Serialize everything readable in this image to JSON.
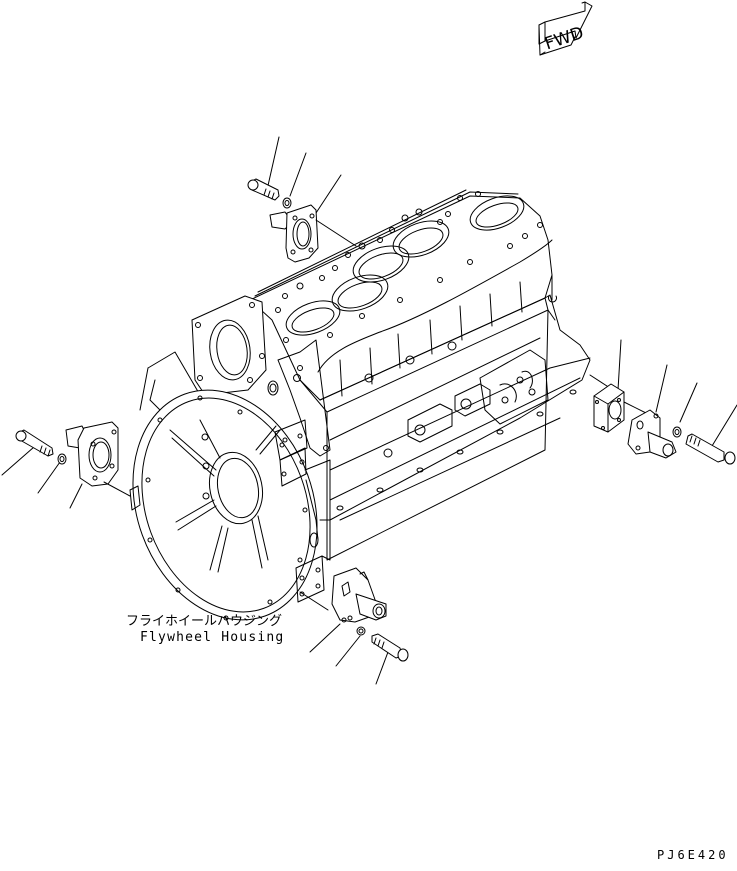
{
  "diagram": {
    "subject": "Engine cylinder block with flywheel housing and mounting brackets (exploded view)",
    "fwd_indicator": {
      "label": "FWD",
      "icon": "forward-arrow-icon"
    },
    "callouts": [
      {
        "id": "top-bracket-bolt"
      },
      {
        "id": "top-bracket-washer"
      },
      {
        "id": "top-bracket"
      },
      {
        "id": "left-bracket-bolt"
      },
      {
        "id": "left-bracket-washer"
      },
      {
        "id": "left-bracket"
      },
      {
        "id": "right-spacer"
      },
      {
        "id": "right-bracket"
      },
      {
        "id": "right-bracket-washer"
      },
      {
        "id": "right-bracket-bolt"
      },
      {
        "id": "bottom-bracket"
      },
      {
        "id": "bottom-bracket-washer"
      },
      {
        "id": "bottom-bracket-bolt"
      }
    ],
    "part_label": {
      "japanese": "フライホイールハウジング",
      "english": "Flywheel Housing"
    },
    "drawing_id": "PJ6E420"
  }
}
